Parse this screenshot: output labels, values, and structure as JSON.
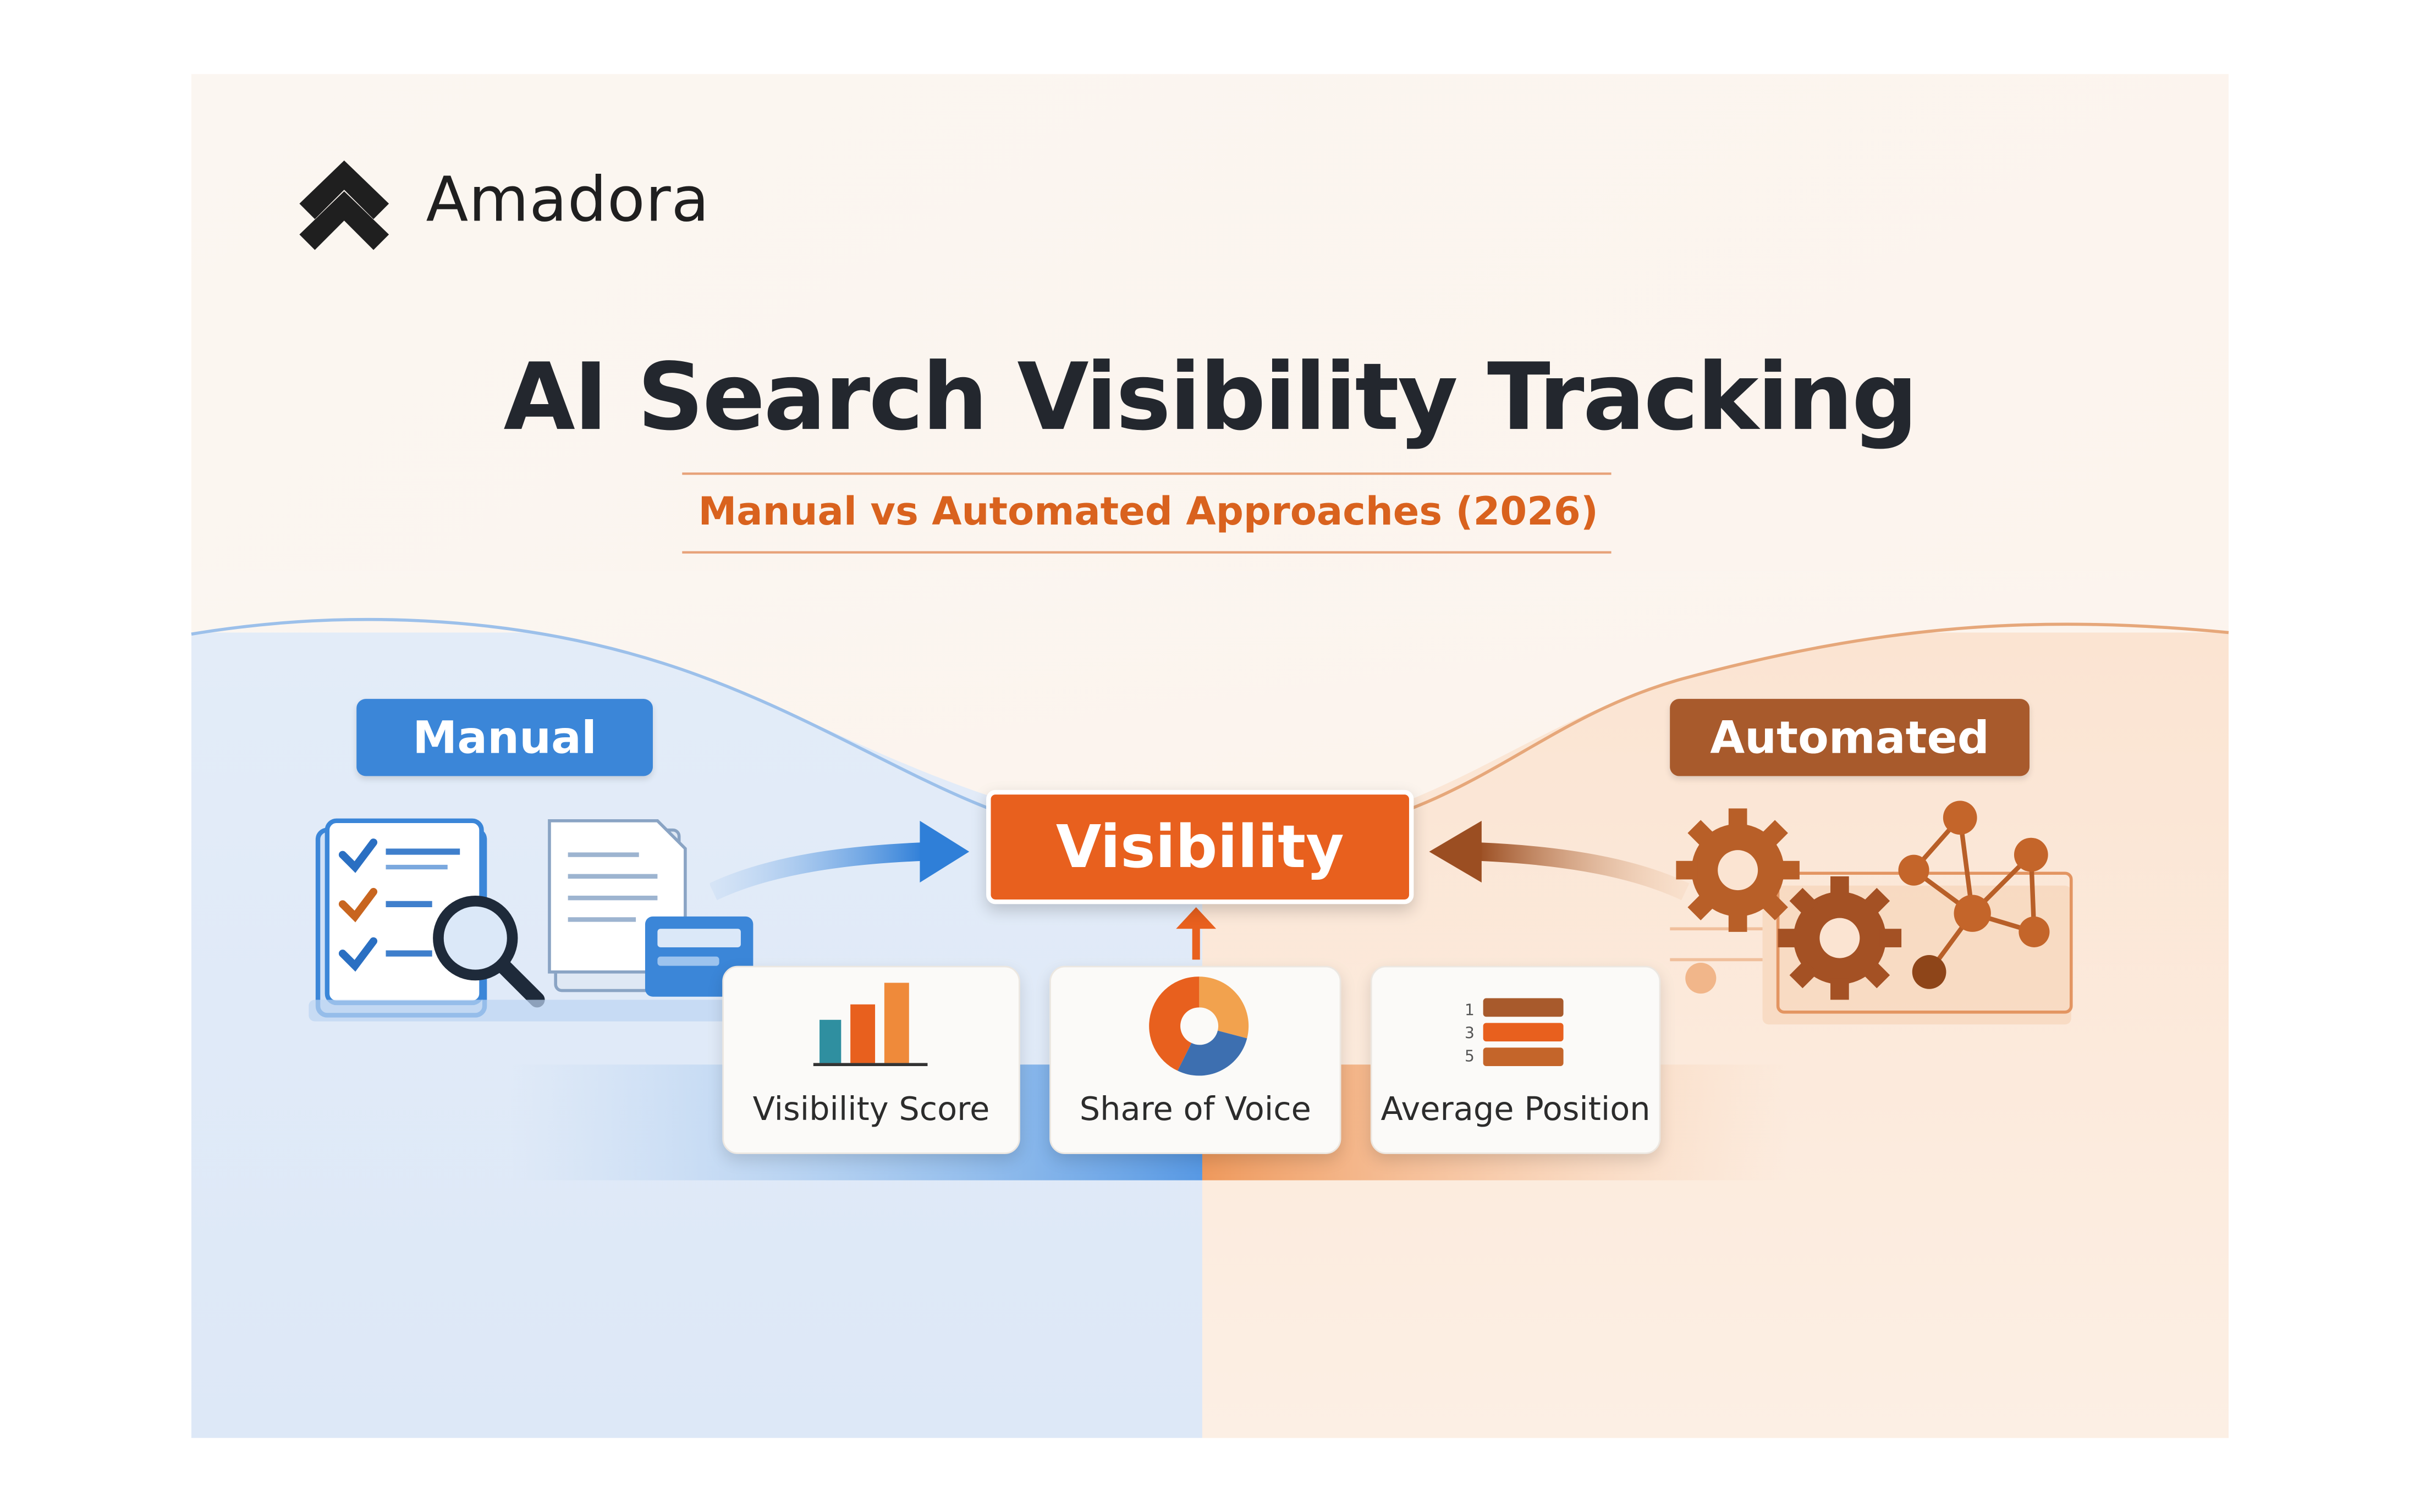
{
  "brand": {
    "name": "Amadora",
    "logo_icon": "double-chevron-up-icon",
    "logo_color": "#1f1f1f"
  },
  "header": {
    "title": "AI Search Visibility Tracking",
    "subtitle": "Manual vs Automated Approaches (2026)"
  },
  "approaches": {
    "manual": {
      "label": "Manual",
      "color": "#3b86d8",
      "icons": [
        "checklist-icon",
        "magnifier-icon",
        "document-icon",
        "form-card-icon"
      ]
    },
    "automated": {
      "label": "Automated",
      "color": "#a85a2c",
      "icons": [
        "gears-icon",
        "network-nodes-icon"
      ]
    }
  },
  "center": {
    "label": "Visibility",
    "color": "#e8601e"
  },
  "metrics": [
    {
      "label": "Visibility Score",
      "icon": "bar-chart-icon"
    },
    {
      "label": "Share of Voice",
      "icon": "donut-chart-icon"
    },
    {
      "label": "Average Position",
      "icon": "ranked-list-icon",
      "rank_numbers": [
        "1",
        "3",
        "5"
      ]
    }
  ]
}
